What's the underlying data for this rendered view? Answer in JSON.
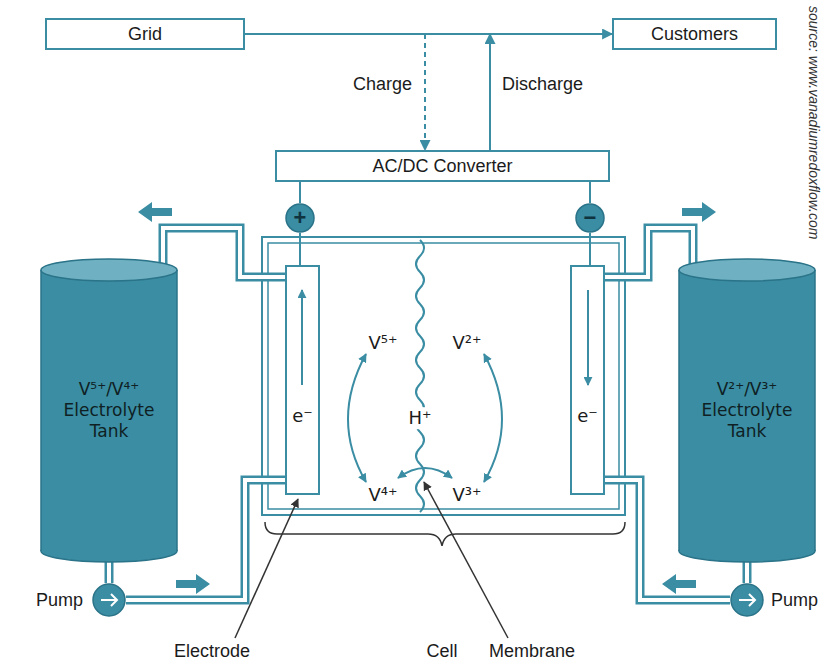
{
  "diagram": {
    "nodes": [
      {
        "text": [
          "Grid"
        ]
      },
      {
        "text": [
          "Customers"
        ]
      },
      {
        "text": [
          "AC/DC Converter"
        ]
      },
      {
        "text": [
          "+"
        ]
      },
      {
        "text": [
          "−"
        ]
      },
      {
        "text": [
          "V⁵⁺/V⁴⁺ Electrolyte Tank"
        ]
      },
      {
        "text": [
          "e⁻"
        ]
      },
      {
        "text": [
          "e⁻"
        ]
      },
      {
        "text": [
          "V²⁺/V³⁺ Electrolyte Tank"
        ]
      },
      {
        "text": [
          "Pump"
        ]
      },
      {
        "text": [
          "Pump"
        ]
      }
    ],
    "edges": [
      {
        "from": 0,
        "to": 1,
        "arrow": "to"
      },
      {
        "from": 0,
        "to": 2,
        "label": "Charge",
        "arrow": "to"
      },
      {
        "from": 2,
        "to": 0,
        "label": "Discharge",
        "arrow": "to"
      },
      {
        "from": 2,
        "to": 3,
        "arrow": "none"
      },
      {
        "from": 2,
        "to": 4,
        "arrow": "none"
      },
      {
        "from": 3,
        "to": 6,
        "arrow": "none"
      },
      {
        "from": 4,
        "to": 7,
        "arrow": "none"
      },
      {
        "from": 6,
        "to": 5,
        "arrow": "none"
      },
      {
        "from": 5,
        "to": 9,
        "arrow": "none"
      },
      {
        "from": 9,
        "to": 6,
        "arrow": "none"
      },
      {
        "from": 7,
        "to": 8,
        "arrow": "none"
      },
      {
        "from": 8,
        "to": 10,
        "arrow": "none"
      },
      {
        "from": 10,
        "to": 7,
        "arrow": "none"
      }
    ],
    "labels": [
      "V⁵⁺",
      "V²⁺",
      "H⁺",
      "V⁴⁺",
      "V³⁺",
      "Electrode",
      "Cell",
      "Membrane",
      "source: www.vanadiumredoxflow.com"
    ]
  }
}
